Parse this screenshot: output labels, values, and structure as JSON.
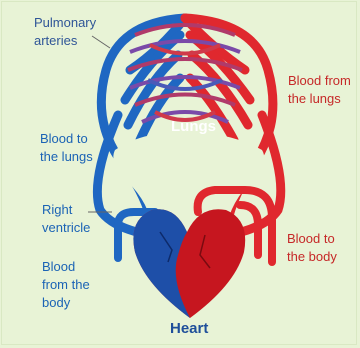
{
  "labels": {
    "pulmonary_arteries": "Pulmonary\narteries",
    "blood_from_lungs": "Blood from\nthe lungs",
    "lungs": "Lungs",
    "blood_to_lungs": "Blood to\nthe lungs",
    "right_ventricle": "Right\nventricle",
    "blood_to_body": "Blood to\nthe body",
    "blood_from_body": "Blood\nfrom the\nbody",
    "heart": "Heart"
  },
  "colors": {
    "background": "#e8f3d6",
    "deoxygenated": "#1f67c2",
    "oxygenated": "#e0282e",
    "heart_red": "#c6161f",
    "heart_blue": "#1e4fa8"
  }
}
